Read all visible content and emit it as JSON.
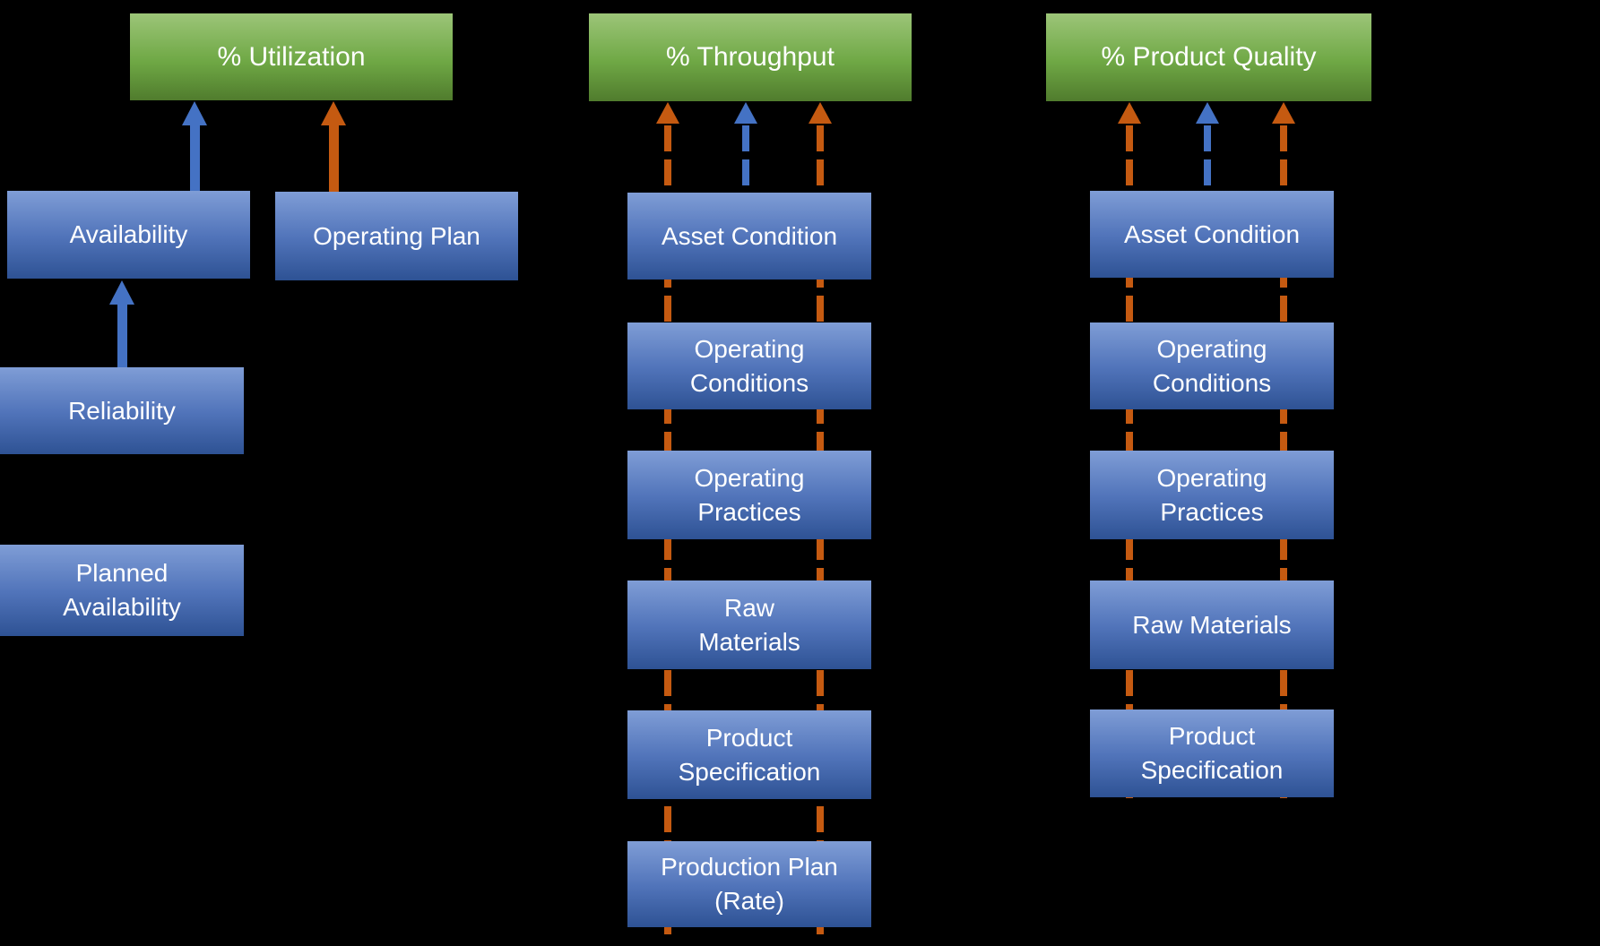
{
  "colors": {
    "background": "#000000",
    "kpi_gradient_top": "#9CC578",
    "kpi_gradient_bottom": "#507C2D",
    "factor_gradient_top": "#7F9DD6",
    "factor_gradient_bottom": "#2E5294",
    "arrow_blue": "#4472C4",
    "arrow_orange": "#C55A11",
    "text": "#FFFFFF"
  },
  "columns": [
    {
      "title": "% Utilization",
      "boxes": [
        {
          "label": "Availability"
        },
        {
          "label": "Operating Plan"
        },
        {
          "label": "Reliability"
        },
        {
          "label": "Planned\nAvailability"
        }
      ]
    },
    {
      "title": "% Throughput",
      "boxes": [
        {
          "label": "Asset Condition"
        },
        {
          "label": "Operating\nConditions"
        },
        {
          "label": "Operating\nPractices"
        },
        {
          "label": "Raw\nMaterials"
        },
        {
          "label": "Product\nSpecification"
        },
        {
          "label": "Production Plan\n(Rate)"
        }
      ]
    },
    {
      "title": "% Product Quality",
      "boxes": [
        {
          "label": "Asset Condition"
        },
        {
          "label": "Operating\nConditions"
        },
        {
          "label": "Operating\nPractices"
        },
        {
          "label": "Raw Materials"
        },
        {
          "label": "Product\nSpecification"
        }
      ]
    }
  ]
}
